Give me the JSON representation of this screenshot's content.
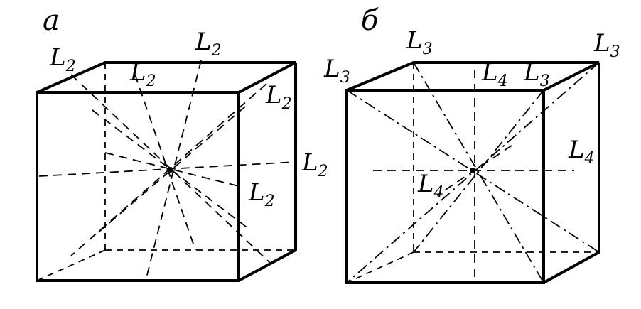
{
  "panels": [
    {
      "id": "a",
      "letter": "а",
      "labels": [
        {
          "main": "L",
          "sub": "2"
        },
        {
          "main": "L",
          "sub": "2"
        },
        {
          "main": "L",
          "sub": "2"
        },
        {
          "main": "L",
          "sub": "2"
        },
        {
          "main": "L",
          "sub": "2"
        },
        {
          "main": "L",
          "sub": "2"
        }
      ]
    },
    {
      "id": "b",
      "letter": "б",
      "labels": [
        {
          "main": "L",
          "sub": "3"
        },
        {
          "main": "L",
          "sub": "3"
        },
        {
          "main": "L",
          "sub": "3"
        },
        {
          "main": "L",
          "sub": "3"
        },
        {
          "main": "L",
          "sub": "4"
        },
        {
          "main": "L",
          "sub": "4"
        },
        {
          "main": "L",
          "sub": "4"
        }
      ]
    }
  ]
}
